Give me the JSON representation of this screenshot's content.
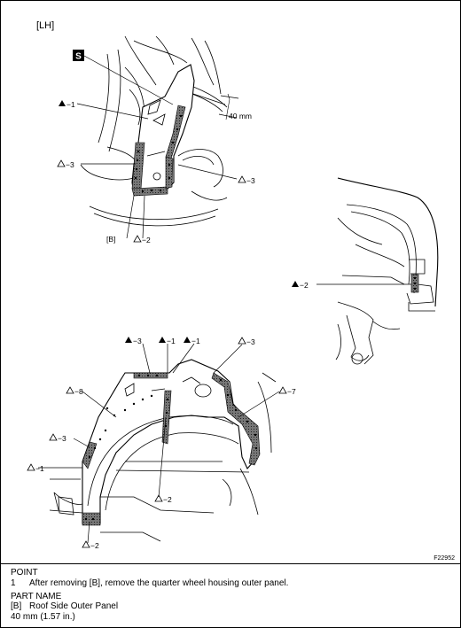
{
  "side_label": "[LH]",
  "figure_code": "F22952",
  "dimension": "40 mm",
  "callouts": {
    "s_symbol": "S",
    "upper": {
      "c1": "−1",
      "c3_left": "−3",
      "c3_right": "−3",
      "b": "[B]",
      "c2": "−2"
    },
    "right": {
      "a2": "−2"
    },
    "lower": {
      "a3": "−3",
      "a1_a": "−1",
      "a1_b": "−1",
      "c3_top": "−3",
      "c8": "−8",
      "c7": "−7",
      "c3_left": "−3",
      "c1": "−1",
      "c2_mid": "−2",
      "c2_bottom": "−2"
    }
  },
  "notes": {
    "point_heading": "POINT",
    "point_items": [
      {
        "num": "1",
        "text": "After removing [B], remove the quarter wheel housing outer panel."
      }
    ],
    "part_heading": "PART NAME",
    "part_items": [
      {
        "code": "[B]",
        "text": "Roof Side Outer Panel"
      }
    ],
    "measurement": "40 mm (1.57 in.)"
  }
}
